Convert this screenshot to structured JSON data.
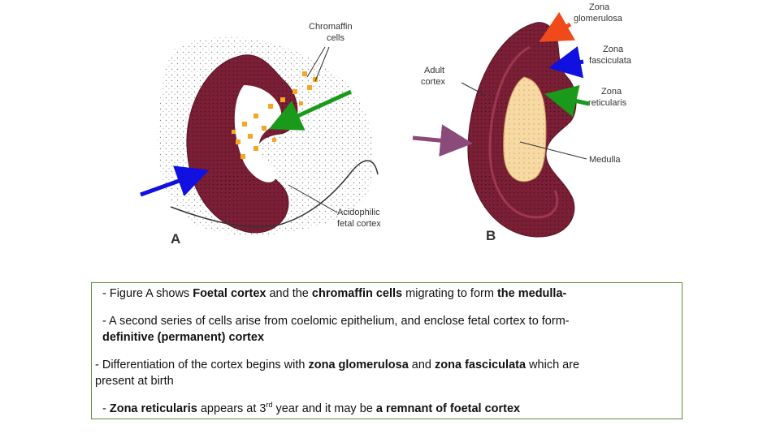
{
  "figure": {
    "panel_a": {
      "letter": "A",
      "chromaffin_label_1": "Chromaffin",
      "chromaffin_label_2": "cells",
      "acidophilic_label_1": "Acidophilic",
      "acidophilic_label_2": "fetal cortex"
    },
    "panel_b": {
      "letter": "B",
      "adult_cortex_1": "Adult",
      "adult_cortex_2": "cortex",
      "glomerulosa_1": "Zona",
      "glomerulosa_2": "glomerulosa",
      "fasciculata_1": "Zona",
      "fasciculata_2": "fasciculata",
      "reticularis_1": "Zona",
      "reticularis_2": "reticularis",
      "medulla": "Medulla"
    },
    "colors": {
      "cortex": "#7a1f35",
      "medulla": "#f7d9a3",
      "chromaffin": "#f5a623",
      "arrow_blue": "#1010e0",
      "arrow_green": "#1a9a1a",
      "arrow_red": "#f04a1a",
      "arrow_purple": "#8a4a7a"
    }
  },
  "notes": {
    "p1": {
      "prefix": "- Figure A shows ",
      "b1": "Foetal cortex",
      "mid": " and the ",
      "b2": "chromaffin cells",
      "mid2": " migrating to form ",
      "b3": "the medulla",
      "suffix": "-"
    },
    "p2": {
      "line1": "- A second series of cells arise from coelomic epithelium, and enclose fetal cortex to form-",
      "line2": "definitive (permanent) cortex"
    },
    "p3": {
      "prefix": " - Differentiation of the cortex begins with ",
      "b1": "zona glomerulosa",
      "mid": " and  ",
      "b2": "zona fasciculata",
      "suffix": " which are",
      "line2": "present at birth"
    },
    "p4": {
      "prefix": "- ",
      "b1": "Zona reticularis",
      "mid": " appears at 3",
      "sup": "rd",
      "mid2": " year  and it may be ",
      "b2": "a remnant of foetal cortex"
    }
  }
}
